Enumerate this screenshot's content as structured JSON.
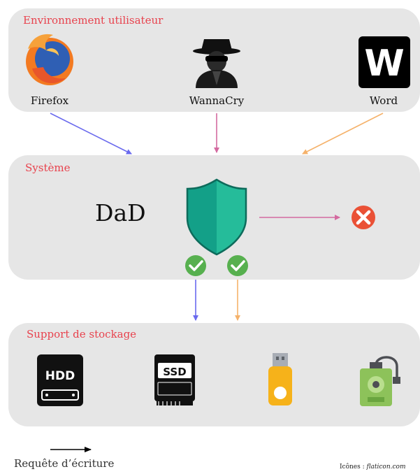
{
  "user_env": {
    "title": "Environnement utilisateur",
    "apps": [
      {
        "label": "Firefox",
        "icon": "firefox-icon"
      },
      {
        "label": "WannaCry",
        "icon": "hacker-icon"
      },
      {
        "label": "Word",
        "icon": "word-icon",
        "glyph": "W"
      }
    ]
  },
  "system": {
    "title": "Système",
    "dad_label": "DaD",
    "icons": [
      "shield-icon",
      "check-icon",
      "check-icon",
      "blocked-x-icon"
    ]
  },
  "storage": {
    "title": "Support de stockage",
    "devices": [
      {
        "icon": "hdd-icon",
        "text": "HDD"
      },
      {
        "icon": "ssd-icon",
        "text": "SSD"
      },
      {
        "icon": "usb-drive-icon"
      },
      {
        "icon": "external-drive-icon"
      }
    ]
  },
  "legend": {
    "label": "Requête d’écriture"
  },
  "credit": {
    "prefix": "Icônes :",
    "source": "flaticon.com"
  },
  "colors": {
    "panel": "#e6e6e6",
    "title_red": "#e8424d",
    "arrow_blue": "#6a6aee",
    "arrow_pink": "#d46aa0",
    "arrow_orange": "#f5b26b",
    "shield_dark": "#13a088",
    "shield_light": "#25bc9a",
    "check_green": "#57b04f",
    "blocked_red": "#ea5136"
  }
}
